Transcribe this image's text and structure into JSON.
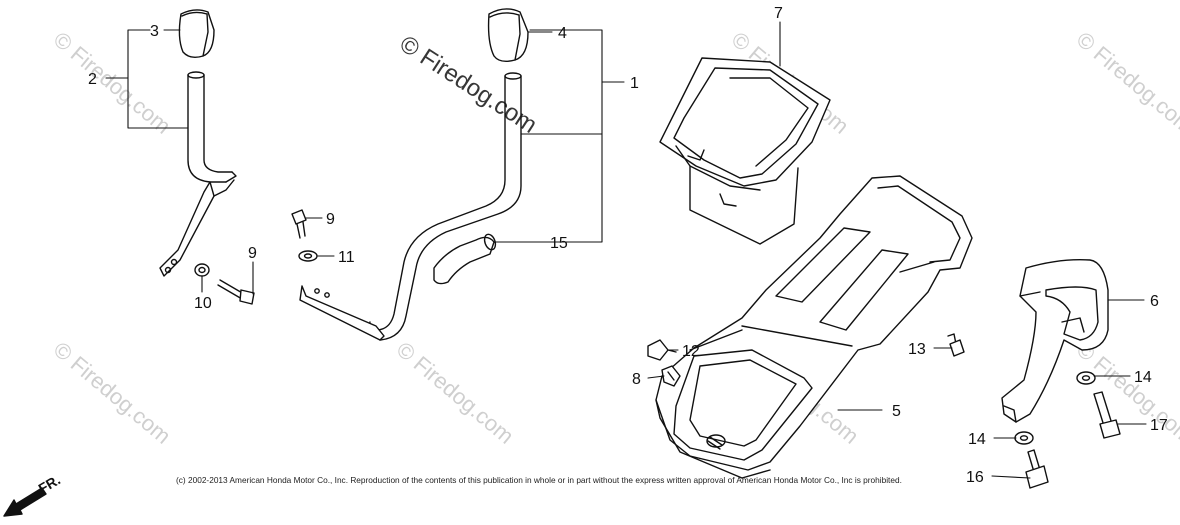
{
  "watermark": {
    "main_text": "© Firedog.com",
    "tile_text": "© Firedog.com"
  },
  "direction_label": "FR.",
  "copyright": "(c) 2002-2013 American Honda Motor Co., Inc. Reproduction of the contents of this publication in whole or in part without the express written approval of American Honda Motor Co., Inc is prohibited.",
  "callouts": {
    "c1": "1",
    "c2": "2",
    "c3": "3",
    "c4": "4",
    "c5": "5",
    "c6": "6",
    "c7": "7",
    "c8": "8",
    "c9a": "9",
    "c9b": "9",
    "c10": "10",
    "c11": "11",
    "c12": "12",
    "c13": "13",
    "c14a": "14",
    "c14b": "14",
    "c15": "15",
    "c16": "16",
    "c17": "17"
  },
  "colors": {
    "line": "#111111",
    "watermark": "#cfcfcf"
  }
}
